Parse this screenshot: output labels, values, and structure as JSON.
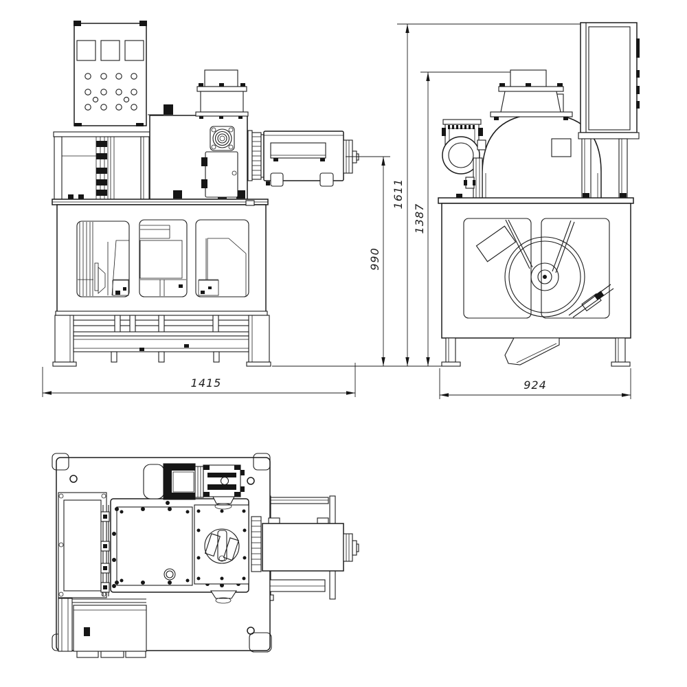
{
  "drawing": {
    "type": "technical-orthographic-views",
    "views": {
      "front": "front-view",
      "side": "side-view",
      "top": "top-view"
    },
    "dimensions": {
      "front_width": "1415",
      "side_depth": "924",
      "axis_height": "990",
      "total_height": "1611",
      "inlet_height": "1387"
    },
    "colors": {
      "line": "#1c1c1c",
      "background": "#ffffff"
    }
  }
}
